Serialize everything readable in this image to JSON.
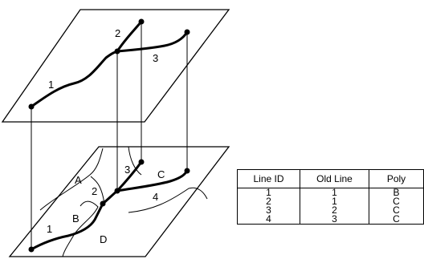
{
  "top_layer": {
    "line_labels": [
      "1",
      "2",
      "3"
    ]
  },
  "bottom_layer": {
    "line_labels": [
      "1",
      "2",
      "3",
      "4"
    ],
    "polygon_labels": [
      "A",
      "B",
      "C",
      "D"
    ]
  },
  "table": {
    "headers": [
      "Line ID",
      "Old Line",
      "Poly"
    ],
    "rows": [
      [
        "1",
        "1",
        "B"
      ],
      [
        "2",
        "1",
        "C"
      ],
      [
        "3",
        "2",
        "C"
      ],
      [
        "4",
        "3",
        "C"
      ]
    ]
  }
}
